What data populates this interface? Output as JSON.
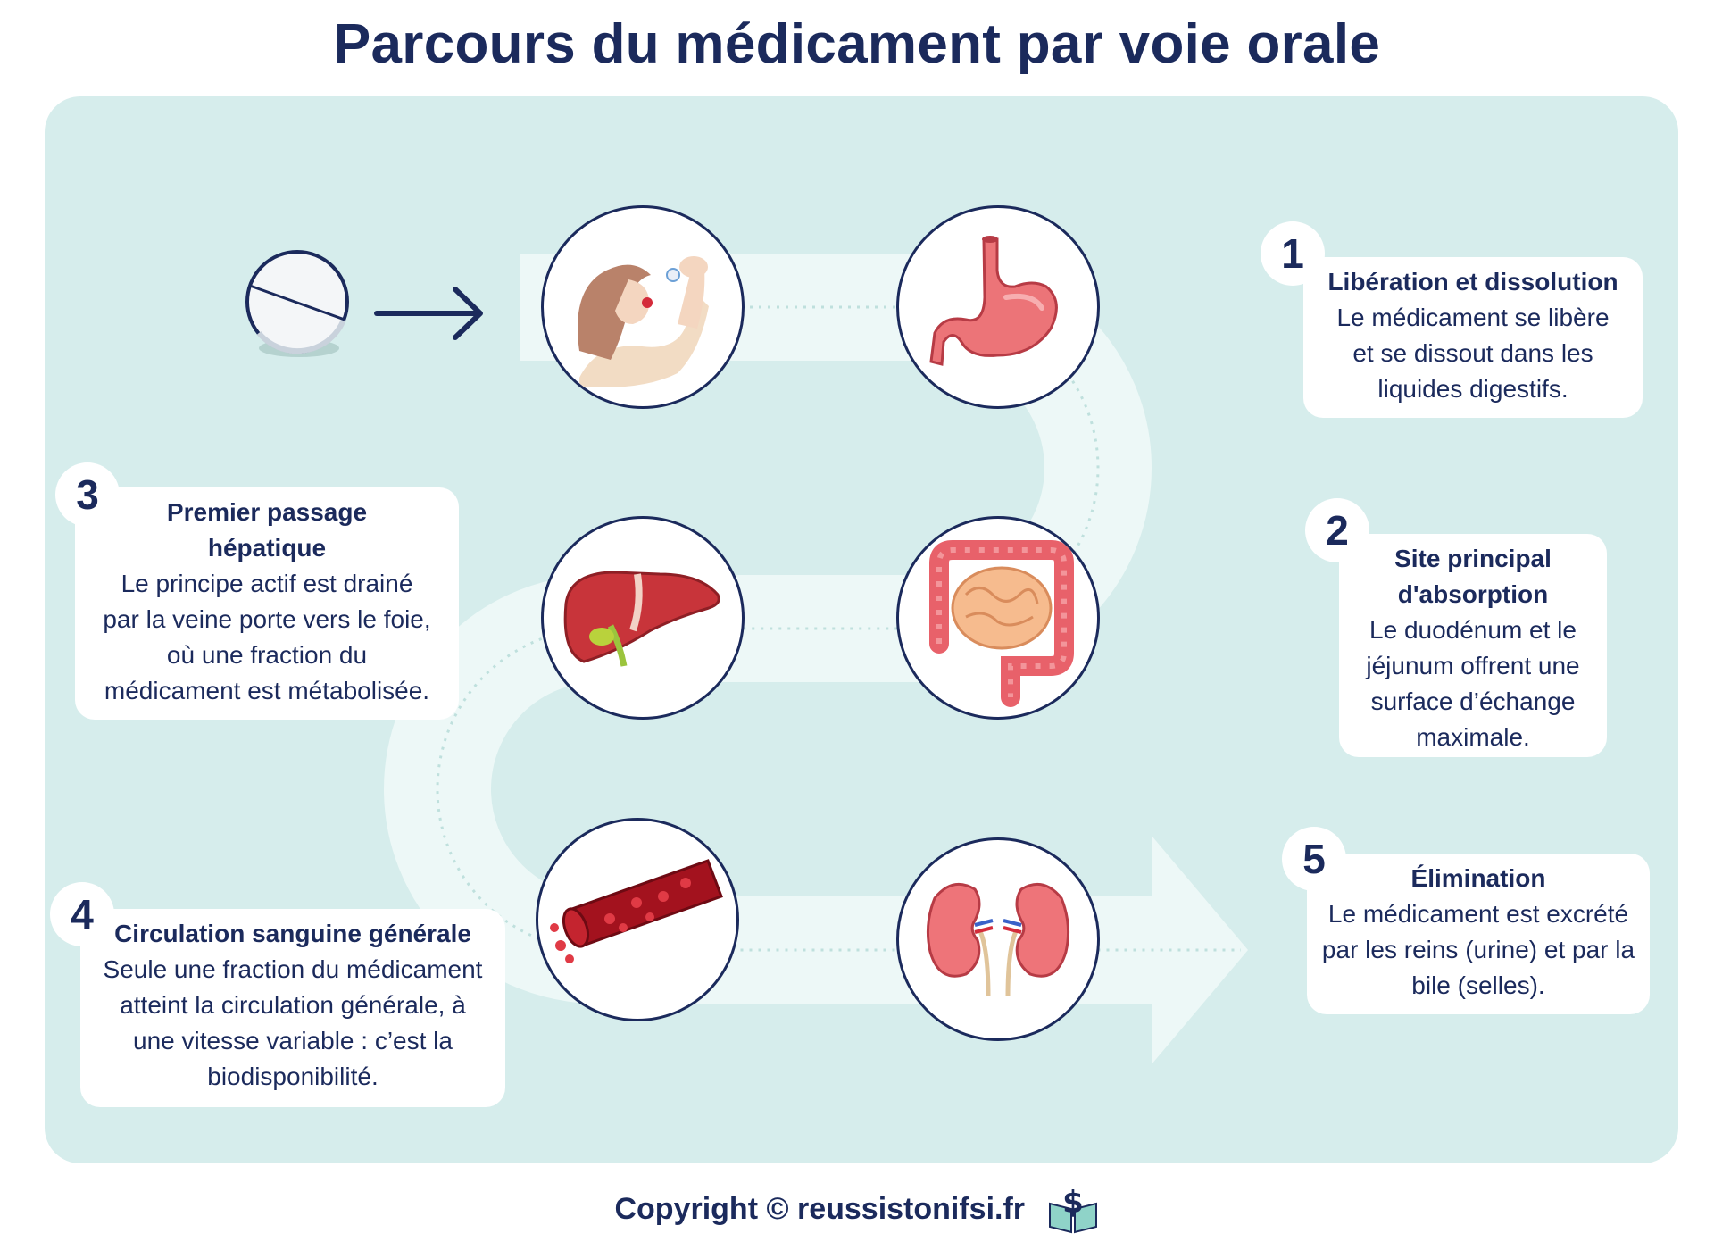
{
  "title": "Parcours du médicament par voie orale",
  "steps": [
    {
      "number": "1",
      "title": "Libération et dissolution",
      "text": "Le médicament se libère et se dissout dans les liquides digestifs."
    },
    {
      "number": "2",
      "title": "Site principal d'absorption",
      "text": "Le duodénum et le jéjunum offrent une surface d’échange maximale."
    },
    {
      "number": "3",
      "title": "Premier passage hépatique",
      "text": "Le principe actif est drainé par la veine porte vers le foie, où une fraction du médicament est métabolisée."
    },
    {
      "number": "4",
      "title": "Circulation sanguine générale",
      "text": "Seule une fraction du médicament atteint la circulation générale, à une vitesse variable : c’est la biodisponibilité."
    },
    {
      "number": "5",
      "title": "Élimination",
      "text": "Le médicament est excrété par les reins (urine) et par la bile (selles)."
    }
  ],
  "icons": [
    "pill-icon",
    "arrow-right-icon",
    "woman-swallowing-icon",
    "stomach-icon",
    "liver-icon",
    "intestine-icon",
    "blood-vessel-icon",
    "kidneys-icon",
    "book-dollar-logo-icon"
  ],
  "colors": {
    "navy": "#1b2a5c",
    "panel": "#d6edec",
    "track": "#edf8f7",
    "organ_pink": "#e8616a",
    "blood_red": "#a3121e"
  },
  "footer": {
    "copyright": "Copyright © reussistonifsi.fr"
  }
}
